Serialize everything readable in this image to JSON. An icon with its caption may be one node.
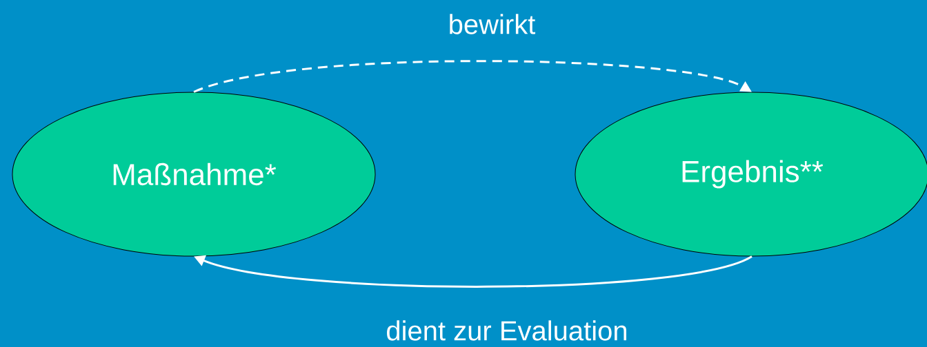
{
  "diagram": {
    "nodes": [
      {
        "text": [
          "Maßnahme*"
        ]
      },
      {
        "text": [
          "Ergebnis**"
        ]
      }
    ],
    "edges": [
      {
        "from": 0,
        "to": 1,
        "arrow": "to",
        "style": "dashed",
        "label": "bewirkt"
      },
      {
        "from": 1,
        "to": 0,
        "arrow": "to",
        "label": "dient zur Evaluation"
      }
    ]
  }
}
